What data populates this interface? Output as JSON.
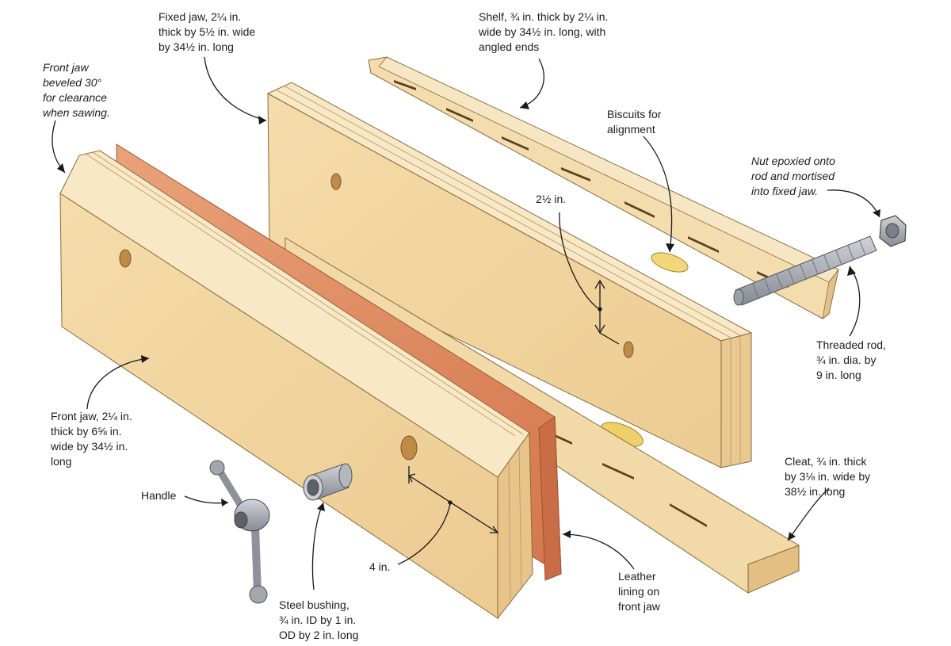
{
  "labels": {
    "fixed_jaw": [
      "Fixed jaw, 2¼ in.",
      "thick by 5½ in. wide",
      "by 34½ in. long"
    ],
    "shelf": [
      "Shelf, ¾ in. thick by 2¼ in.",
      "wide by 34½ in. long, with",
      "angled ends"
    ],
    "front_bevel": [
      "Front jaw",
      "beveled 30°",
      "for clearance",
      "when sawing."
    ],
    "biscuits": [
      "Biscuits for",
      "alignment"
    ],
    "nut": [
      "Nut epoxied onto",
      "rod and mortised",
      "into fixed jaw."
    ],
    "dim_2_5": [
      "2½ in."
    ],
    "threaded_rod": [
      "Threaded rod,",
      "¾ in. dia. by",
      "9 in. long"
    ],
    "front_jaw": [
      "Front jaw, 2¼ in.",
      "thick by 6⅝ in.",
      "wide by 34½ in.",
      "long"
    ],
    "cleat": [
      "Cleat, ¾ in. thick",
      "by 3⅛ in. wide by",
      "38½ in. long"
    ],
    "handle": [
      "Handle"
    ],
    "dim_4": [
      "4 in."
    ],
    "bushing": [
      "Steel bushing,",
      "¾ in. ID by 1 in.",
      "OD by 2 in. long"
    ],
    "leather": [
      "Leather",
      "lining on",
      "front jaw"
    ]
  },
  "colors": {
    "wood_face": "#f2d7a4",
    "wood_top": "#f7e7c2",
    "wood_edge": "#e6c48a",
    "leather_face": "#e08b5f",
    "leather_edge": "#c9714a",
    "biscuit": "#e8c860",
    "steel": "#a9acb3",
    "line": "#1a1a1a"
  }
}
